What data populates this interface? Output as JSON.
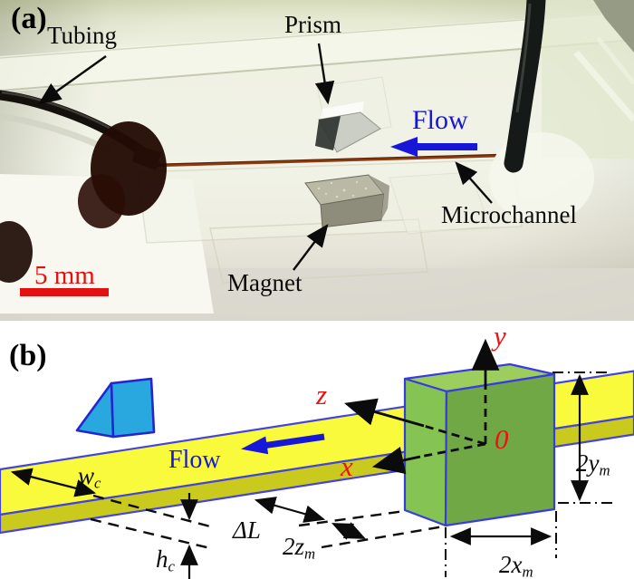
{
  "figure": {
    "panel_a": {
      "tag": "(a)",
      "labels": {
        "tubing": "Tubing",
        "prism": "Prism",
        "flow": "Flow",
        "microchannel": "Microchannel",
        "magnet": "Magnet"
      },
      "scale_bar": {
        "label": "5 mm",
        "color": "#E21010"
      },
      "flow_color": "#1717D8"
    },
    "panel_b": {
      "tag": "(b)",
      "flow_label": "Flow",
      "axes": {
        "x_label": "x",
        "y_label": "y",
        "z_label": "z",
        "origin_label": "0",
        "color": "#EE1111"
      },
      "dimensions": {
        "channel_width": {
          "base": "w",
          "sub": "c"
        },
        "channel_height": {
          "base": "h",
          "sub": "c"
        },
        "offset_length": {
          "base": "ΔL",
          "sub": ""
        },
        "magnet_depth": {
          "base": "2z",
          "sub": "m"
        },
        "magnet_length": {
          "base": "2x",
          "sub": "m"
        },
        "magnet_height": {
          "base": "2y",
          "sub": "m"
        }
      },
      "colors": {
        "channel_top": "#FAFA3C",
        "channel_front": "#C9C91E",
        "outline_blue": "#4444DC",
        "prism_blue": "#29A8E0",
        "magnet_top": "#9BCE5D",
        "magnet_left": "#85C353",
        "magnet_front": "#6FA845",
        "flow_blue": "#1717D8"
      }
    }
  }
}
